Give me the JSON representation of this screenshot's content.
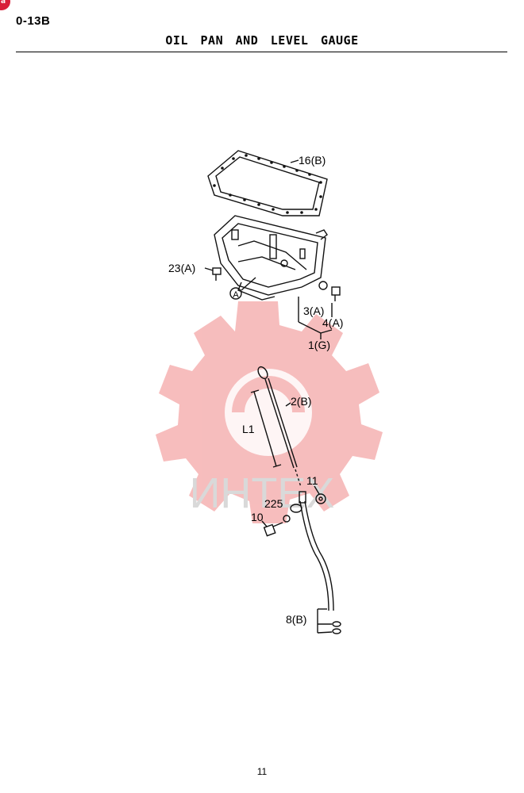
{
  "header": {
    "page_code": "0-13B",
    "title": "OIL PAN AND LEVEL GAUGE",
    "badge_letter": "a"
  },
  "watermark": {
    "text": "ИНТЕХ",
    "gear_color": "#f4a7a7",
    "text_color": "#d9d9d9"
  },
  "callouts": {
    "gasket": "16(B)",
    "bolt_23": "23(A)",
    "circle_a": "A",
    "washer_3": "3(A)",
    "plug_4": "4(A)",
    "assembly_1": "1(G)",
    "gauge_2": "2(B)",
    "length_l1": "L1",
    "nut_11": "11",
    "washer_225": "225",
    "bolt_10": "10",
    "oring_8": "8(B)"
  },
  "footer": {
    "page_number": "11"
  }
}
